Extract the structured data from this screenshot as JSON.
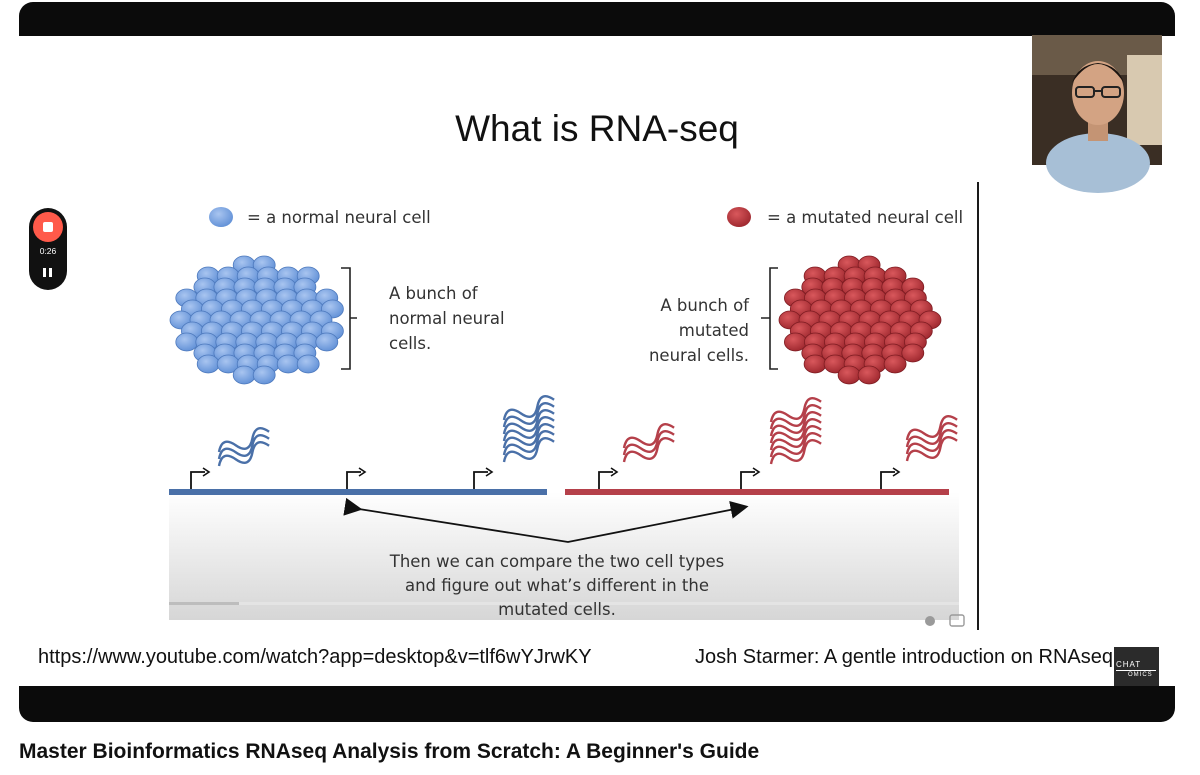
{
  "slide": {
    "title": "What is RNA-seq",
    "legend_normal": "= a normal neural cell",
    "legend_mutated": "= a mutated neural cell",
    "normal_caption_lines": [
      "A bunch of",
      "normal neural",
      "cells."
    ],
    "mutated_caption_lines": [
      "A bunch of",
      "mutated",
      "neural cells."
    ],
    "compare_lines": [
      "Then we can compare the two cell types",
      "and figure out what’s different in the",
      "mutated cells."
    ]
  },
  "overlay": {
    "url": "https://www.youtube.com/watch?app=desktop&v=tlf6wYJrwKY",
    "credit": "Josh Starmer: A gentle introduction on RNAseq",
    "logo_top": "CHAT",
    "logo_bottom": "OMICS"
  },
  "recorder": {
    "time": "0:26"
  },
  "page": {
    "title": "Master Bioinformatics RNAseq Analysis from Scratch: A Beginner's Guide"
  },
  "colors": {
    "normal_cell": "#7aa3e0",
    "mutated_cell": "#b3353b",
    "normal_gene": "#4a70a8",
    "mutated_gene": "#b5404a",
    "rec_button": "#ff5a4a"
  }
}
